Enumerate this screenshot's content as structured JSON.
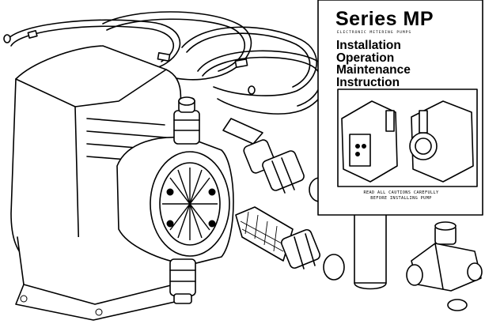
{
  "manual": {
    "title": "Series MP",
    "subtitle": "ELECTRONIC METERING PUMPS",
    "lines": [
      "Installation",
      "Operation",
      "Maintenance",
      "Instruction"
    ],
    "caution_line1": "READ ALL CAUTIONS CAREFULLY",
    "caution_line2": "BEFORE INSTALLING PUMP"
  },
  "colors": {
    "ink": "#000000",
    "paper": "#ffffff"
  },
  "icons": [
    "metering-pump-drawing",
    "tubing-coil-drawing",
    "injection-valve-drawing",
    "foot-valve-strainer-drawing",
    "ceramic-weight-drawing",
    "tee-fitting-drawing",
    "o-ring-drawing"
  ]
}
